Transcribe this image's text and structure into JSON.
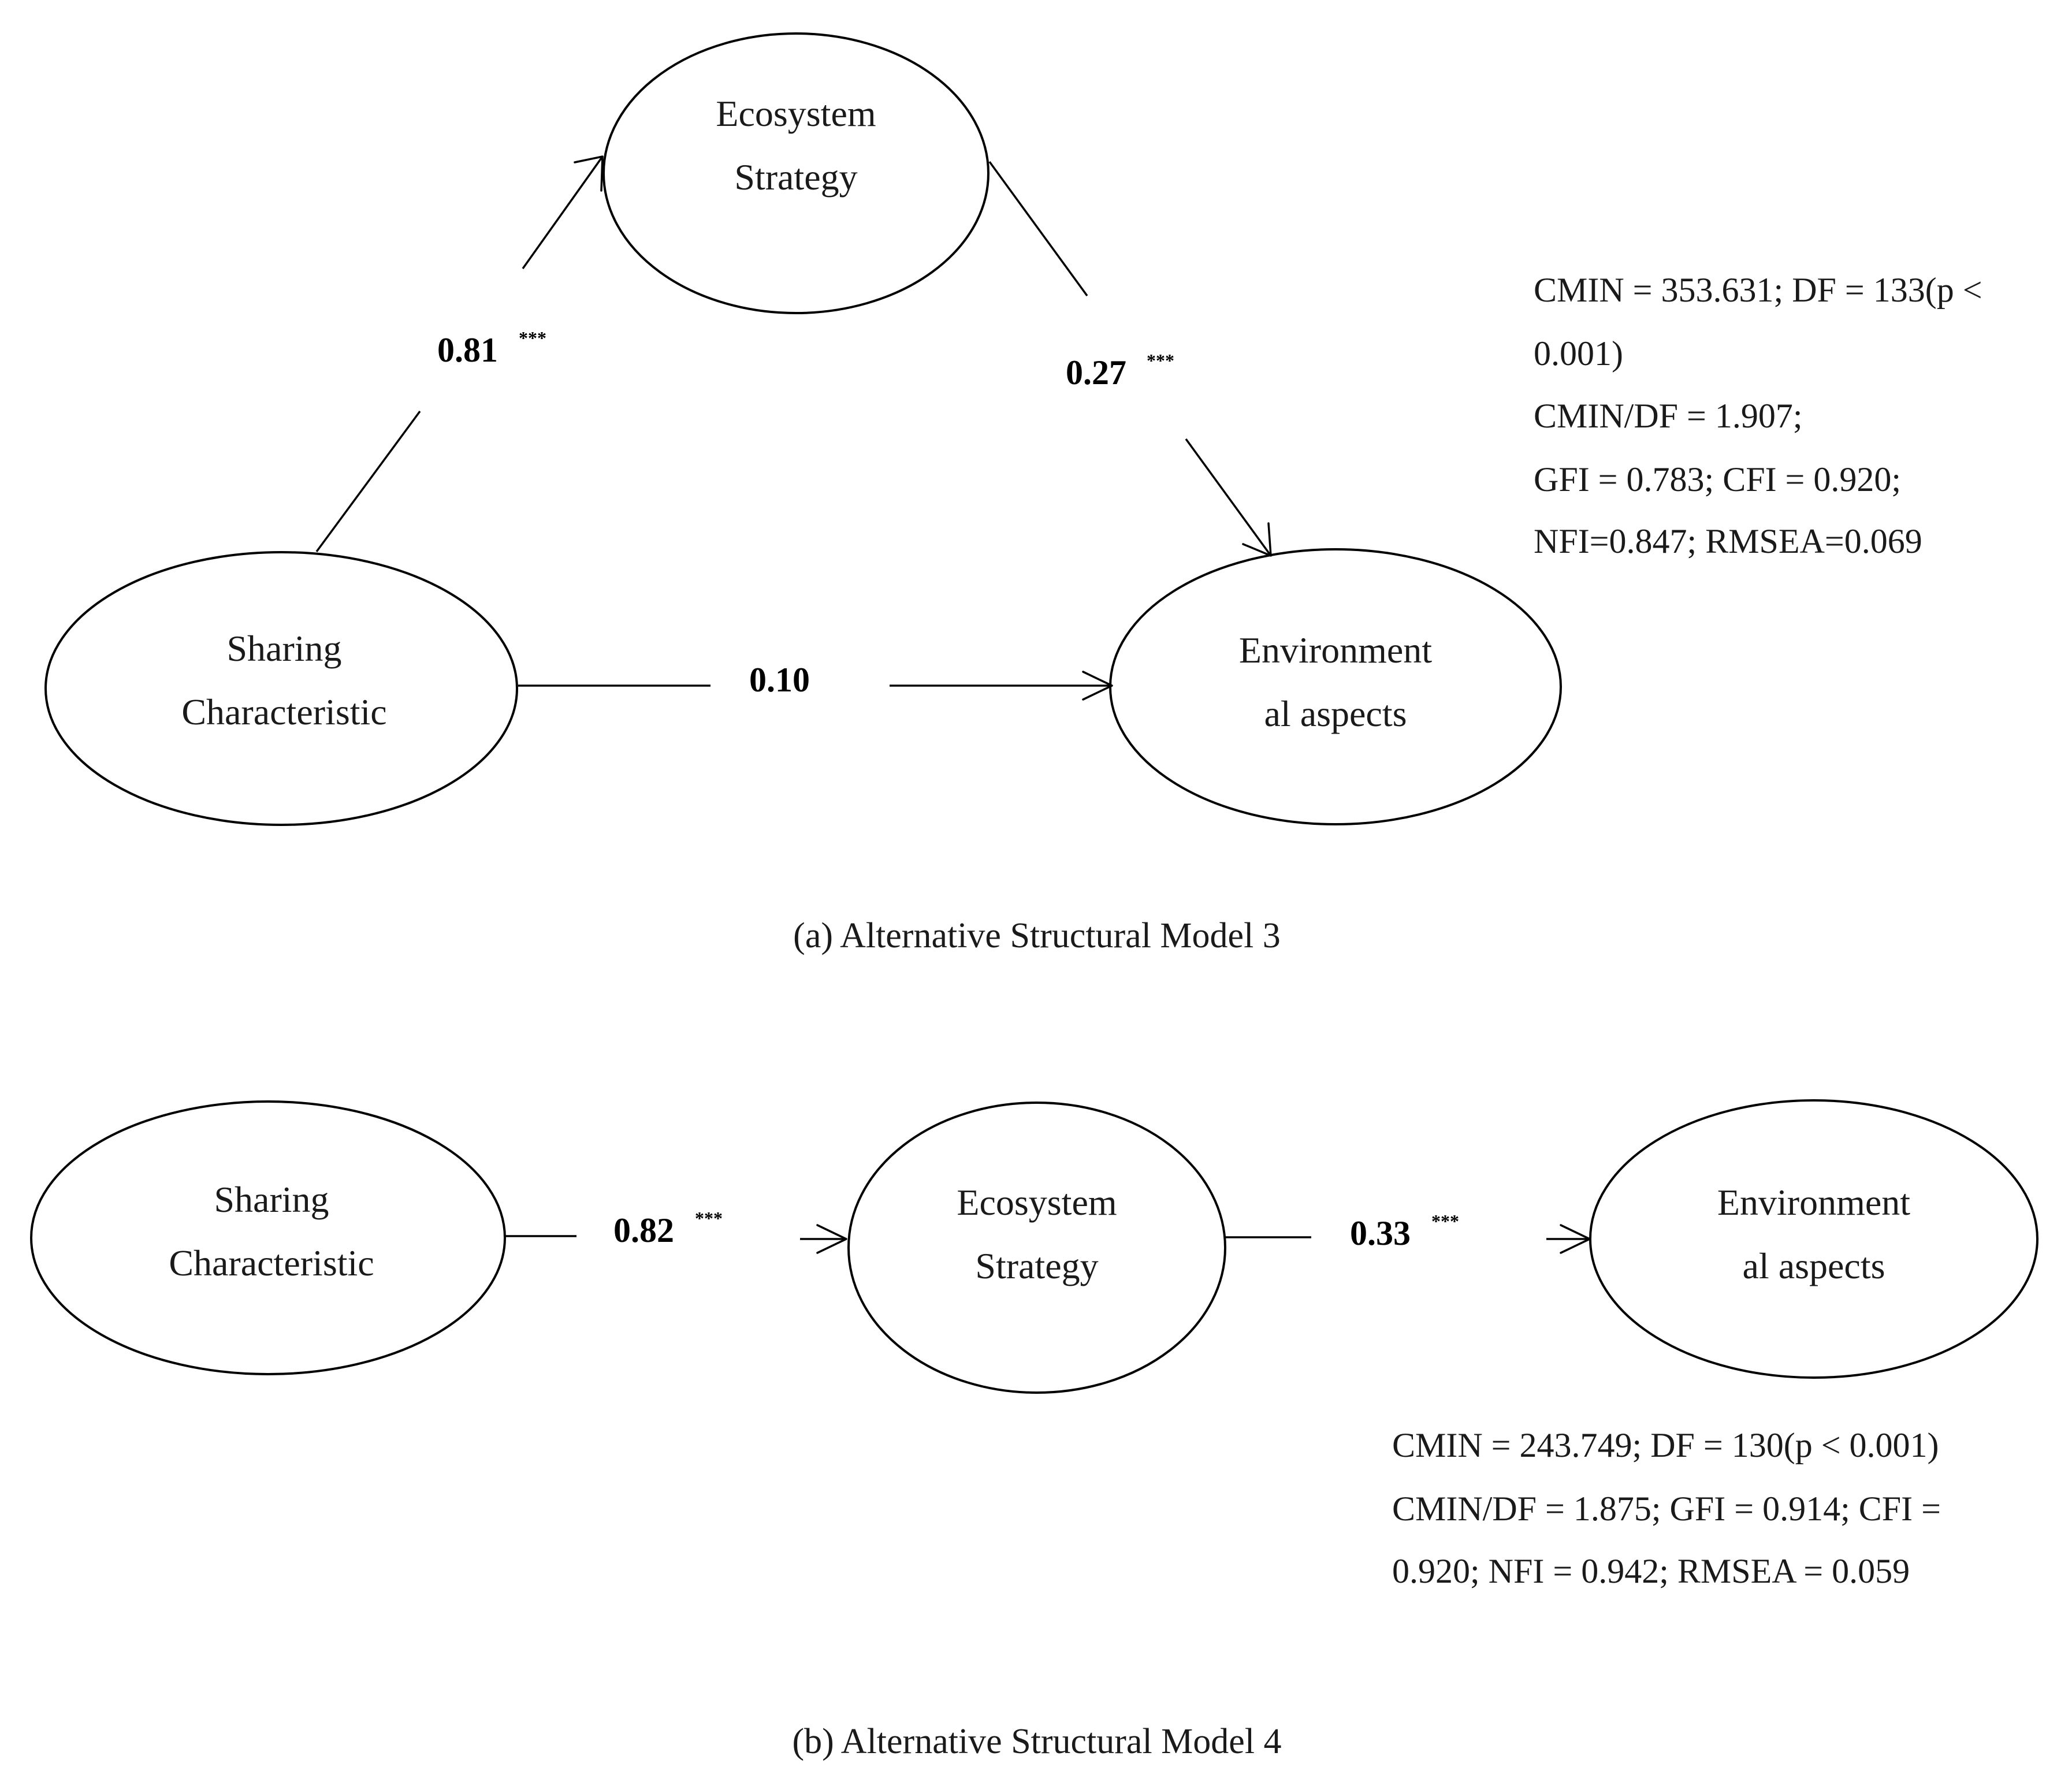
{
  "panels": [
    {
      "caption": "(a) Alternative Structural Model 3",
      "nodes": {
        "sharing": {
          "lines": [
            "Sharing",
            "Characteristic"
          ]
        },
        "ecosystem": {
          "lines": [
            "Ecosystem",
            "Strategy"
          ]
        },
        "environment": {
          "lines": [
            "Environment",
            "al aspects"
          ]
        }
      },
      "paths": [
        {
          "from": "Sharing Characteristic",
          "to": "Ecosystem Strategy",
          "coefficient": "0.81",
          "significance": "***"
        },
        {
          "from": "Ecosystem Strategy",
          "to": "Environmental aspects",
          "coefficient": "0.27",
          "significance": "***"
        },
        {
          "from": "Sharing Characteristic",
          "to": "Environmental aspects",
          "coefficient": "0.10",
          "significance": ""
        }
      ],
      "fit_lines": [
        "CMIN = 353.631; DF = 133(p <",
        "0.001)",
        "CMIN/DF = 1.907;",
        "GFI = 0.783; CFI = 0.920;",
        "NFI=0.847; RMSEA=0.069"
      ]
    },
    {
      "caption": "(b) Alternative Structural Model 4",
      "nodes": {
        "sharing": {
          "lines": [
            "Sharing",
            "Characteristic"
          ]
        },
        "ecosystem": {
          "lines": [
            "Ecosystem",
            "Strategy"
          ]
        },
        "environment": {
          "lines": [
            "Environment",
            "al aspects"
          ]
        }
      },
      "paths": [
        {
          "from": "Sharing Characteristic",
          "to": "Ecosystem Strategy",
          "coefficient": "0.82",
          "significance": "***"
        },
        {
          "from": "Ecosystem Strategy",
          "to": "Environmental aspects",
          "coefficient": "0.33",
          "significance": "***"
        }
      ],
      "fit_lines": [
        "CMIN = 243.749; DF = 130(p < 0.001)",
        "CMIN/DF = 1.875; GFI = 0.914; CFI =",
        "0.920; NFI = 0.942; RMSEA = 0.059"
      ]
    }
  ]
}
